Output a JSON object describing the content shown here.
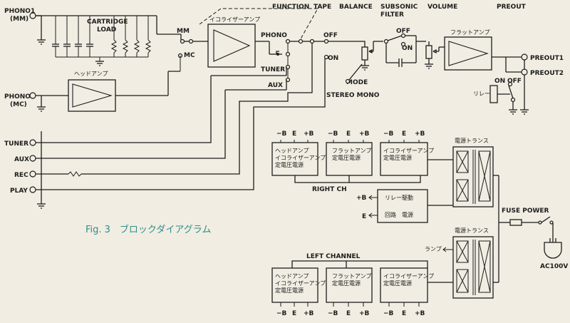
{
  "labels": {
    "function": "FUNCTION",
    "tape": "TAPE",
    "balance": "BALANCE",
    "subsonic_filter": "SUBSONIC\nFILTER",
    "volume": "VOLUME",
    "preout": "PREOUT",
    "cartridge_load": "CARTRIDGE\nLOAD",
    "mm": "MM",
    "mc": "MC",
    "phono": "PHONO",
    "off_tape": "OFF",
    "on_tape": "ON",
    "mode": "MODE",
    "stereo_mono": "STEREO MONO",
    "filter_off": "OFF",
    "filter_on": "ON",
    "relay_on": "ON",
    "relay_off": "OFF",
    "relay": "リレー",
    "tuner_bus": "TUNER",
    "aux_bus": "AUX",
    "right_ch": "RIGHT CH",
    "left_channel": "LEFT CHANNEL",
    "fuse_power": "FUSE POWER",
    "ac100v": "AC100V",
    "lamp": "ランプ",
    "relay_plus_b": "+B",
    "relay_e": "E"
  },
  "inputs": {
    "phono1": "PHONO1\n(MM)",
    "phono2": "PHONO2\n(MC)",
    "tuner": "TUNER",
    "aux": "AUX",
    "rec": "REC",
    "play": "PLAY"
  },
  "outputs": {
    "preout1": "PREOUT1",
    "preout2": "PREOUT2"
  },
  "blocks": {
    "head_amp": "ヘッドアンプ",
    "equalizer_amp": "イコライザーアンプ",
    "flat_amp": "フラットアンプ",
    "relay_drive": "リレー駆動",
    "relay_circuit": "回路　電源",
    "power_trans_top": "電源トランス",
    "power_trans_bottom": "電源トランス"
  },
  "rails": {
    "neg_b": "−B",
    "e": "E",
    "pos_b": "+B"
  },
  "psu_right": {
    "psu1": "ヘッドアンプ\nイコライザーアンプ\n定電圧電源",
    "psu2": "フラットアンプ\n\n定電圧電源",
    "psu3": "イコライザーアンプ\n\n定電圧電源"
  },
  "psu_left": {
    "psu1": "ヘッドアンプ\nイコライザーアンプ\n定電圧電源",
    "psu2": "フラットアンプ\n\n定電圧電源",
    "psu3": "イコライザーアンプ\n\n定電圧電源"
  },
  "caption": "Fig. 3　ブロックダイアグラム",
  "colors": {
    "ink": "#1d1d1d",
    "paper": "#f1ede2",
    "caption": "#2e8f8a"
  }
}
